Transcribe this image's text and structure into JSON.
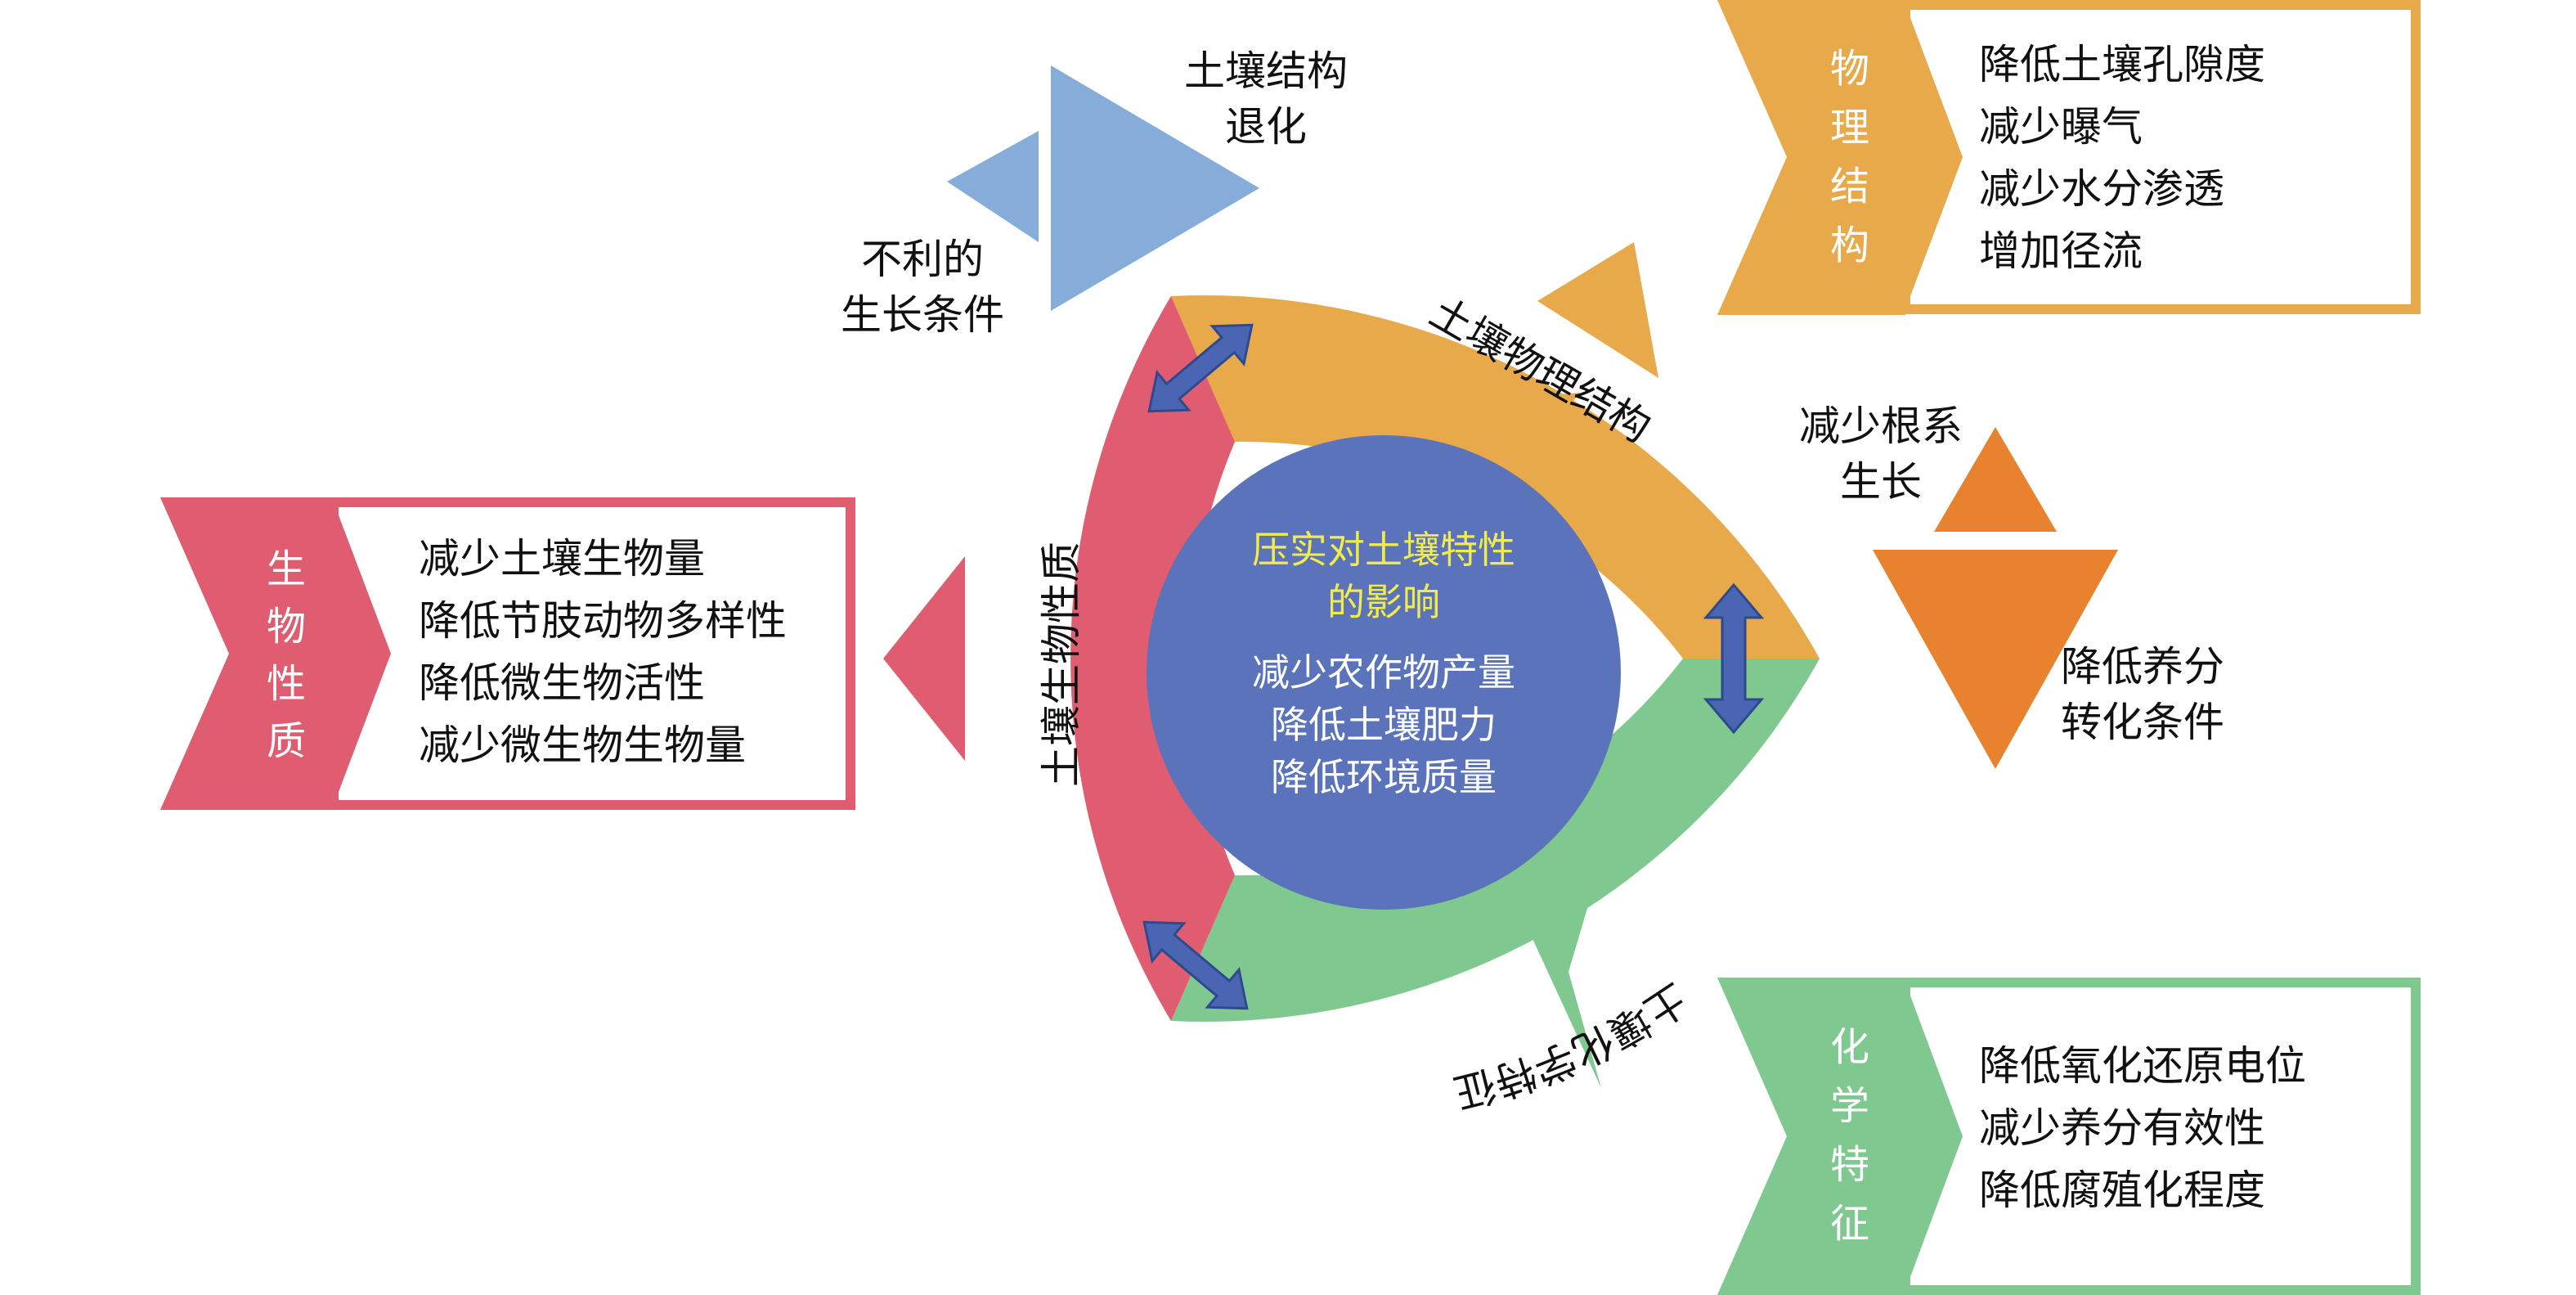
{
  "center": {
    "title_line1": "压实对土壤特性",
    "title_line2": "的影响",
    "effects": [
      "减少农作物产量",
      "降低土壤肥力",
      "降低环境质量"
    ]
  },
  "ring": {
    "physical_label": "土壤物理结构",
    "chemical_label": "土壤化学特征",
    "biological_label": "土壤生物性质"
  },
  "physical_box": {
    "tab": [
      "物",
      "理",
      "结",
      "构"
    ],
    "items": [
      "降低土壤孔隙度",
      "减少曝气",
      "减少水分渗透",
      "增加径流"
    ]
  },
  "biological_box": {
    "tab": [
      "生",
      "物",
      "性",
      "质"
    ],
    "items": [
      "减少土壤生物量",
      "降低节肢动物多样性",
      "降低微生物活性",
      "减少微生物生物量"
    ]
  },
  "chemical_box": {
    "tab": [
      "化",
      "学",
      "特",
      "征"
    ],
    "items": [
      "降低氧化还原电位",
      "减少养分有效性",
      "降低腐殖化程度"
    ]
  },
  "annotations": {
    "structure_degradation": [
      "土壤结构",
      "退化"
    ],
    "unfavorable_growth": [
      "不利的",
      "生长条件"
    ],
    "reduce_root_growth": [
      "减少根系",
      "生长"
    ],
    "reduce_nutrient_conversion": [
      "降低养分",
      "转化条件"
    ]
  },
  "colors": {
    "physical": "#e8a94a",
    "chemical": "#7fc991",
    "biological": "#e05c70",
    "center": "#5a73ba",
    "triangle_blue": "#86acd9",
    "triangle_orange": "#e8822e",
    "arrow": "#4a66b3"
  }
}
